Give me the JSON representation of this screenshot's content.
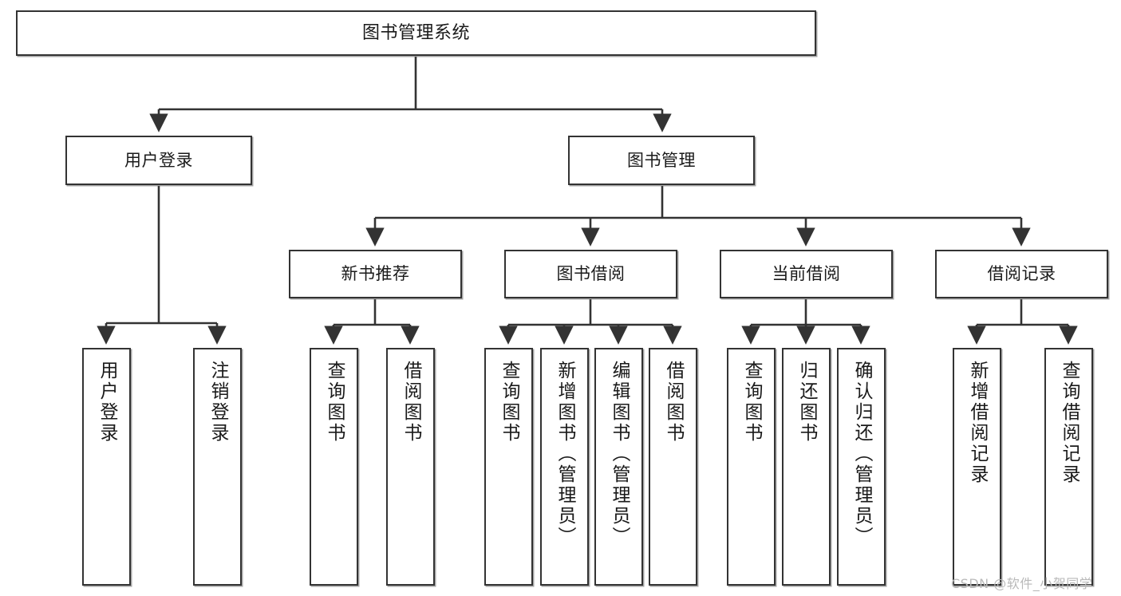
{
  "diagram": {
    "title": "图书管理系统",
    "type": "tree-hierarchy-chart",
    "watermark": "CSDN @软件_小贺同学",
    "style": {
      "box_fill": "#ffffff",
      "box_stroke": "#333333",
      "line_color": "#333333",
      "page_background": "#ffffff",
      "text_color": "#1a1a1a"
    },
    "root": {
      "id": "root",
      "label": "图书管理系统"
    },
    "level2": [
      {
        "id": "user-login",
        "label": "用户登录"
      },
      {
        "id": "book-manage",
        "label": "图书管理"
      }
    ],
    "level3": [
      {
        "id": "new-book-recommend",
        "label": "新书推荐",
        "parent": "book-manage"
      },
      {
        "id": "book-borrow",
        "label": "图书借阅",
        "parent": "book-manage"
      },
      {
        "id": "current-borrow",
        "label": "当前借阅",
        "parent": "book-manage"
      },
      {
        "id": "borrow-record",
        "label": "借阅记录",
        "parent": "book-manage"
      }
    ],
    "leaves": [
      {
        "id": "leaf-user-login",
        "label": "用户登录",
        "parent": "user-login"
      },
      {
        "id": "leaf-user-logout",
        "label": "注销登录",
        "parent": "user-login"
      },
      {
        "id": "leaf-query-book-rec",
        "label": "查询图书",
        "parent": "new-book-recommend"
      },
      {
        "id": "leaf-borrow-book-rec",
        "label": "借阅图书",
        "parent": "new-book-recommend"
      },
      {
        "id": "leaf-query-book-borrow",
        "label": "查询图书",
        "parent": "book-borrow"
      },
      {
        "id": "leaf-add-book",
        "label": "新增图书（管理员）",
        "parent": "book-borrow"
      },
      {
        "id": "leaf-edit-book",
        "label": "编辑图书（管理员）",
        "parent": "book-borrow"
      },
      {
        "id": "leaf-borrow-book",
        "label": "借阅图书",
        "parent": "book-borrow"
      },
      {
        "id": "leaf-query-book-cur",
        "label": "查询图书",
        "parent": "current-borrow"
      },
      {
        "id": "leaf-return-book",
        "label": "归还图书",
        "parent": "current-borrow"
      },
      {
        "id": "leaf-confirm-return",
        "label": "确认归还（管理员）",
        "parent": "current-borrow"
      },
      {
        "id": "leaf-add-record",
        "label": "新增借阅记录",
        "parent": "borrow-record"
      },
      {
        "id": "leaf-query-record",
        "label": "查询借阅记录",
        "parent": "borrow-record"
      }
    ]
  }
}
